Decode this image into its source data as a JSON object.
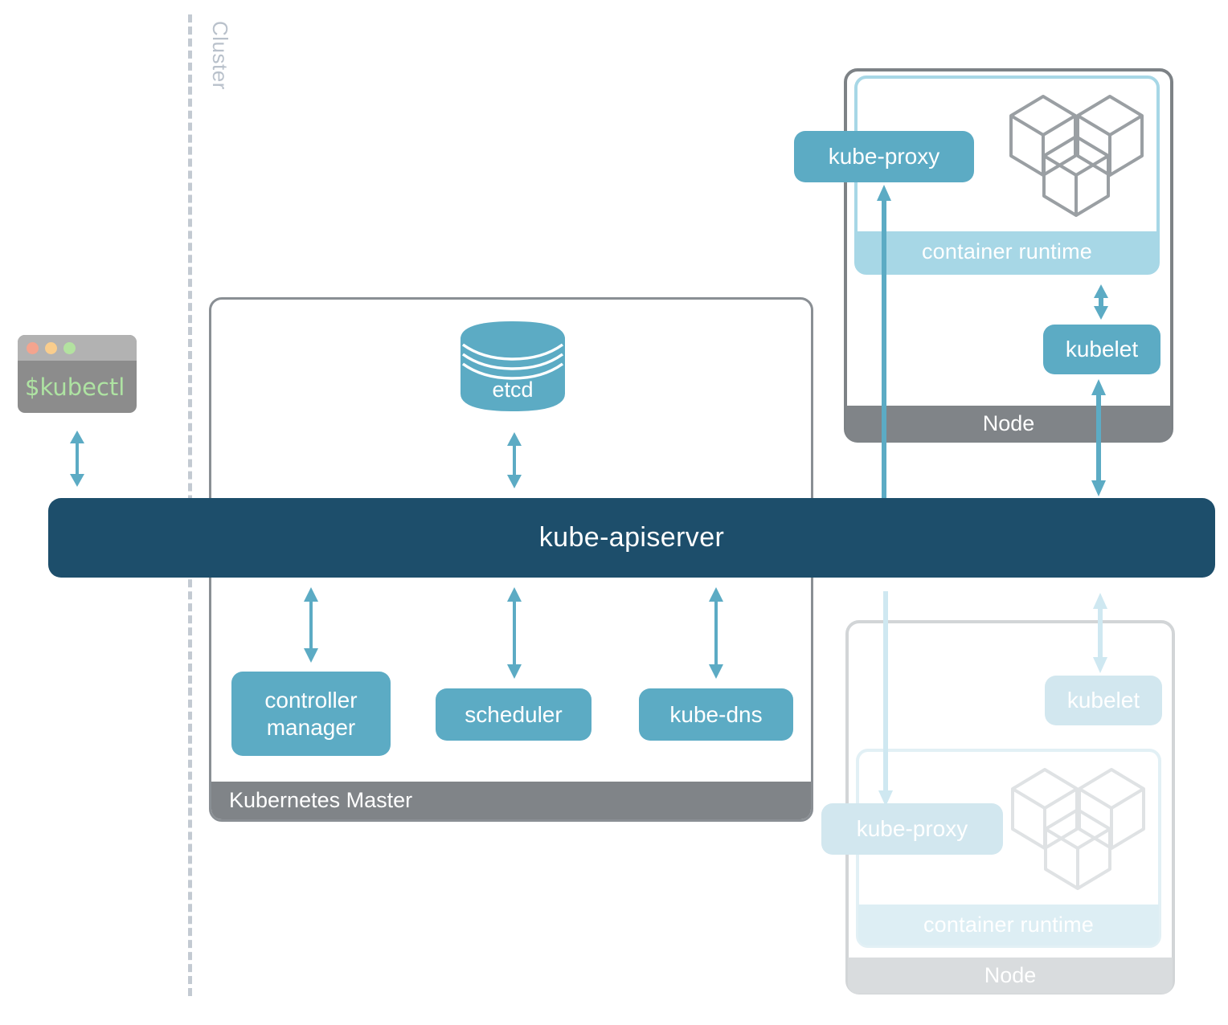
{
  "diagram": {
    "title": "Kubernetes cluster architecture",
    "cluster_label": "Cluster"
  },
  "colors": {
    "apiserver_navy": "#1d4e6b",
    "component_blue": "#5cabc4",
    "runtime_light_blue": "#a7d7e6",
    "node_gray": "#808488",
    "faded_blue": "#d2e7ef",
    "faded_gray": "#d9dcde",
    "dash_gray": "#c3cad2",
    "terminal_green": "#aee3a2",
    "dot_red": "#f4a48e",
    "dot_yellow": "#f9cd8d",
    "dot_green": "#b3e2a0"
  },
  "terminal": {
    "name": "kubectl-terminal",
    "prompt": "$kubectl",
    "dots": [
      "red",
      "yellow",
      "green"
    ]
  },
  "apiserver": {
    "label": "kube-apiserver"
  },
  "master": {
    "footer_label": "Kubernetes Master",
    "components": [
      {
        "id": "controller-manager",
        "label": "controller\nmanager",
        "line1": "controller",
        "line2": "manager"
      },
      {
        "id": "scheduler",
        "label": "scheduler"
      },
      {
        "id": "kube-dns",
        "label": "kube-dns"
      }
    ],
    "datastore": {
      "id": "etcd",
      "label": "etcd",
      "shape": "cylinder"
    }
  },
  "nodes": [
    {
      "id": "node-active",
      "state": "active",
      "footer_label": "Node",
      "runtime_label": "container runtime",
      "kube_proxy_label": "kube-proxy",
      "kubelet_label": "kubelet",
      "pods_icon": "cubes-icon",
      "pod_count": 3
    },
    {
      "id": "node-faded",
      "state": "faded",
      "footer_label": "Node",
      "runtime_label": "container runtime",
      "kube_proxy_label": "kube-proxy",
      "kubelet_label": "kubelet",
      "pods_icon": "cubes-icon",
      "pod_count": 3
    }
  ],
  "connections": [
    {
      "id": "kubectl-to-apiserver",
      "direction": "bidirectional"
    },
    {
      "id": "etcd-to-apiserver",
      "direction": "bidirectional"
    },
    {
      "id": "apiserver-to-controller-manager",
      "direction": "bidirectional"
    },
    {
      "id": "apiserver-to-scheduler",
      "direction": "bidirectional"
    },
    {
      "id": "apiserver-to-kube-dns",
      "direction": "bidirectional"
    },
    {
      "id": "apiserver-to-kube-proxy-top",
      "direction": "up"
    },
    {
      "id": "apiserver-to-kubelet-top",
      "direction": "bidirectional"
    },
    {
      "id": "runtime-to-kubelet-top",
      "direction": "bidirectional"
    },
    {
      "id": "apiserver-to-kube-proxy-bottom",
      "direction": "down"
    },
    {
      "id": "apiserver-to-kubelet-bottom",
      "direction": "bidirectional"
    }
  ]
}
